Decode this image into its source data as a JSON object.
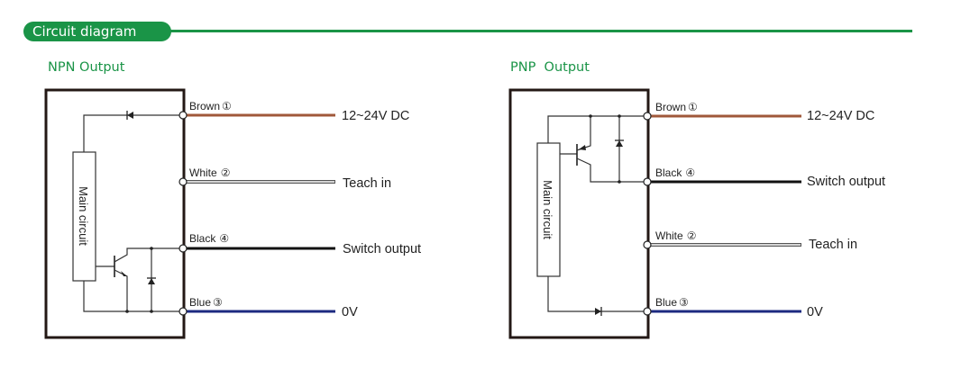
{
  "header": {
    "title": "Circuit diagram",
    "accent_color": "#1a9447"
  },
  "diagrams": [
    {
      "title": "NPN Output",
      "box_label": "Main circuit",
      "wires": [
        {
          "name": "Brown",
          "pin": "①",
          "label": "12~24V DC",
          "color": "#a0583a"
        },
        {
          "name": "White",
          "pin": "②",
          "label": "Teach in",
          "color": "#ffffff"
        },
        {
          "name": "Black",
          "pin": "④",
          "label": "Switch output",
          "color": "#111111"
        },
        {
          "name": "Blue",
          "pin": "③",
          "label": "0V",
          "color": "#1c2a80"
        }
      ]
    },
    {
      "title": "PNP  Output",
      "box_label": "Main circuit",
      "wires": [
        {
          "name": "Brown",
          "pin": "①",
          "label": "12~24V DC",
          "color": "#a0583a"
        },
        {
          "name": "Black",
          "pin": "④",
          "label": "Switch output",
          "color": "#111111"
        },
        {
          "name": "White",
          "pin": "②",
          "label": "Teach in",
          "color": "#ffffff"
        },
        {
          "name": "Blue",
          "pin": "③",
          "label": "0V",
          "color": "#1c2a80"
        }
      ]
    }
  ]
}
